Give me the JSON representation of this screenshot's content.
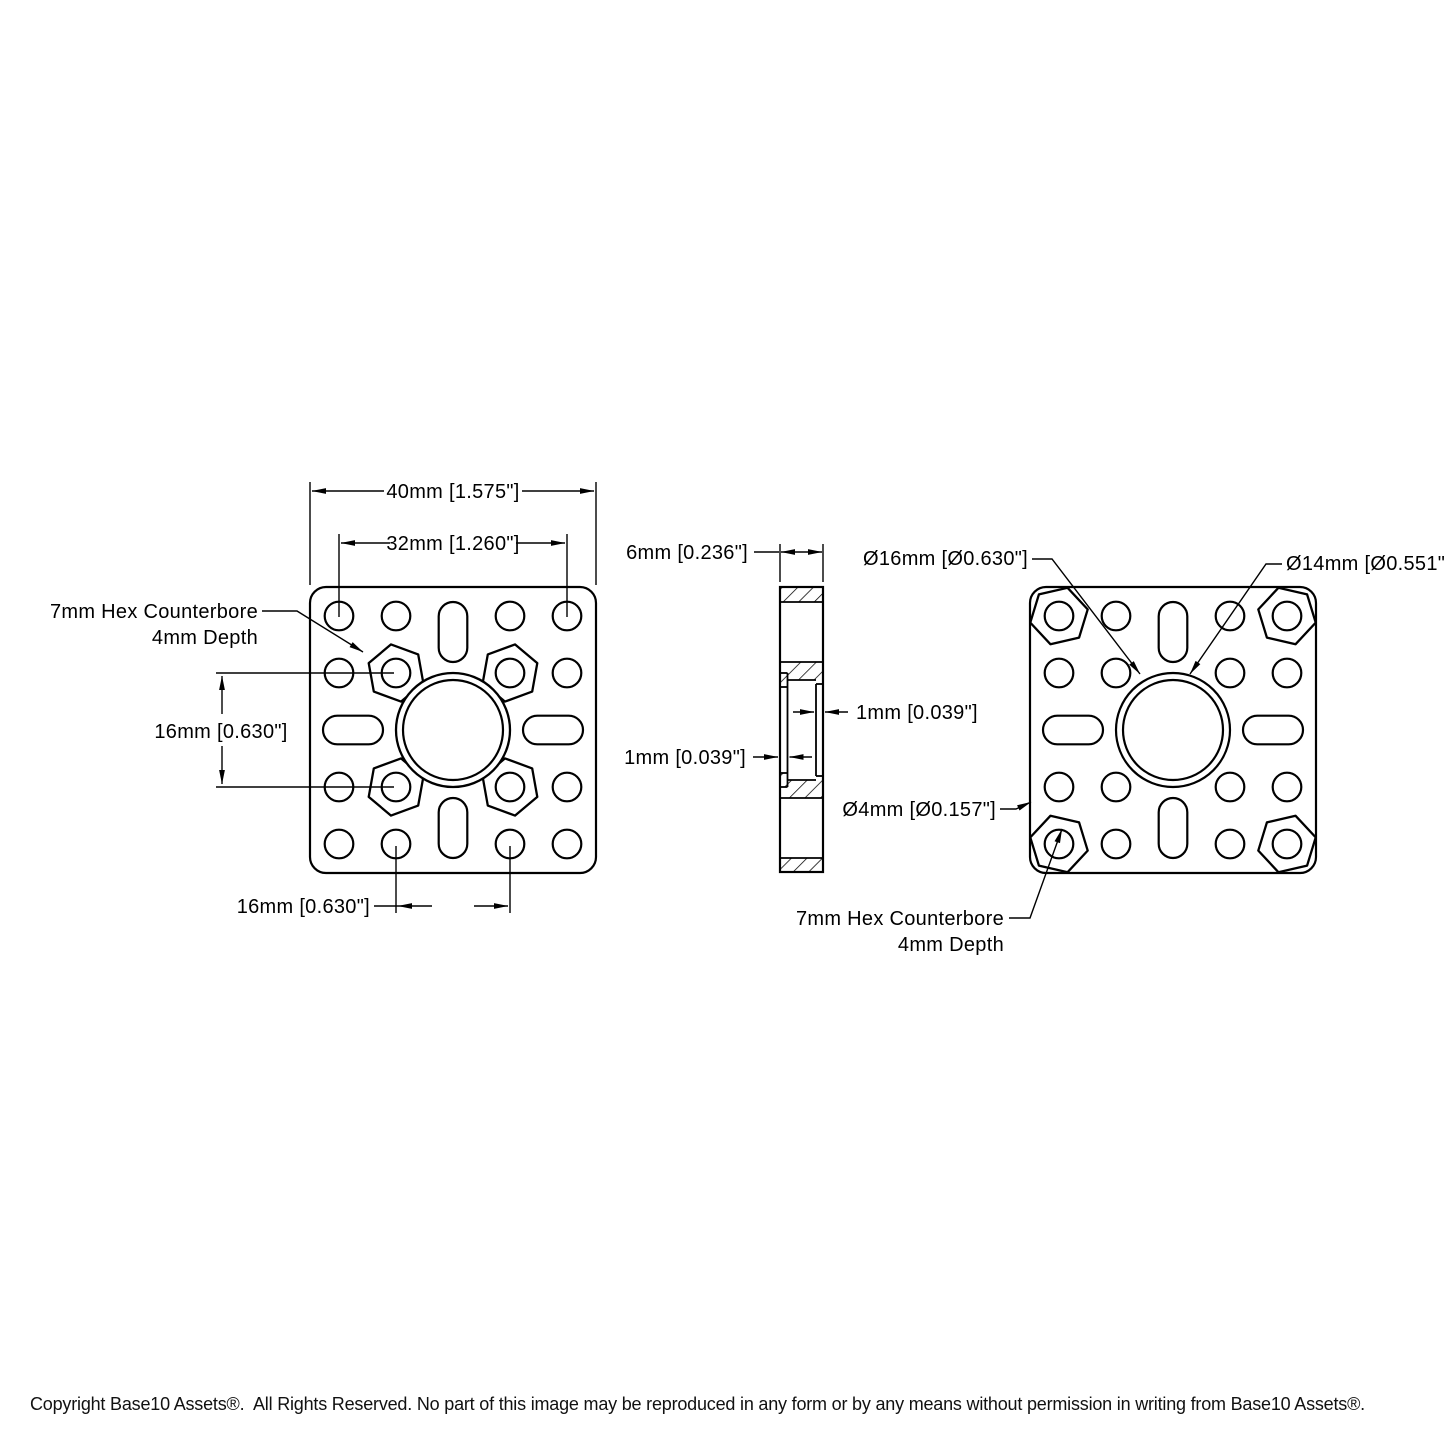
{
  "drawing": {
    "front_left": {
      "dim_width": "40mm [1.575\"]",
      "dim_hole_span": "32mm [1.260\"]",
      "dim_hex_spacing_vertical": "16mm [0.630\"]",
      "dim_hole_spacing_bottom": "16mm [0.630\"]",
      "callout_hex_counterbore_line1": "7mm Hex Counterbore",
      "callout_hex_counterbore_line2": "4mm Depth"
    },
    "side_section": {
      "dim_thickness": "6mm [0.236\"]",
      "dim_wall_right": "1mm [0.039\"]",
      "dim_lip_left": "1mm [0.039\"]"
    },
    "front_right": {
      "callout_bore_outer": "Ø16mm [Ø0.630\"]",
      "callout_bore_inner": "Ø14mm [Ø0.551\"]",
      "callout_small_hole": "Ø4mm [Ø0.157\"]",
      "callout_hex_counterbore_line1": "7mm Hex Counterbore",
      "callout_hex_counterbore_line2": "4mm Depth"
    }
  },
  "footer": {
    "copyright": "Copyright Base10 Assets®.  All Rights Reserved. No part of this image may be reproduced in any form or by any means without permission in writing from Base10 Assets®."
  },
  "colors": {
    "line": "#000000",
    "background": "#ffffff"
  }
}
